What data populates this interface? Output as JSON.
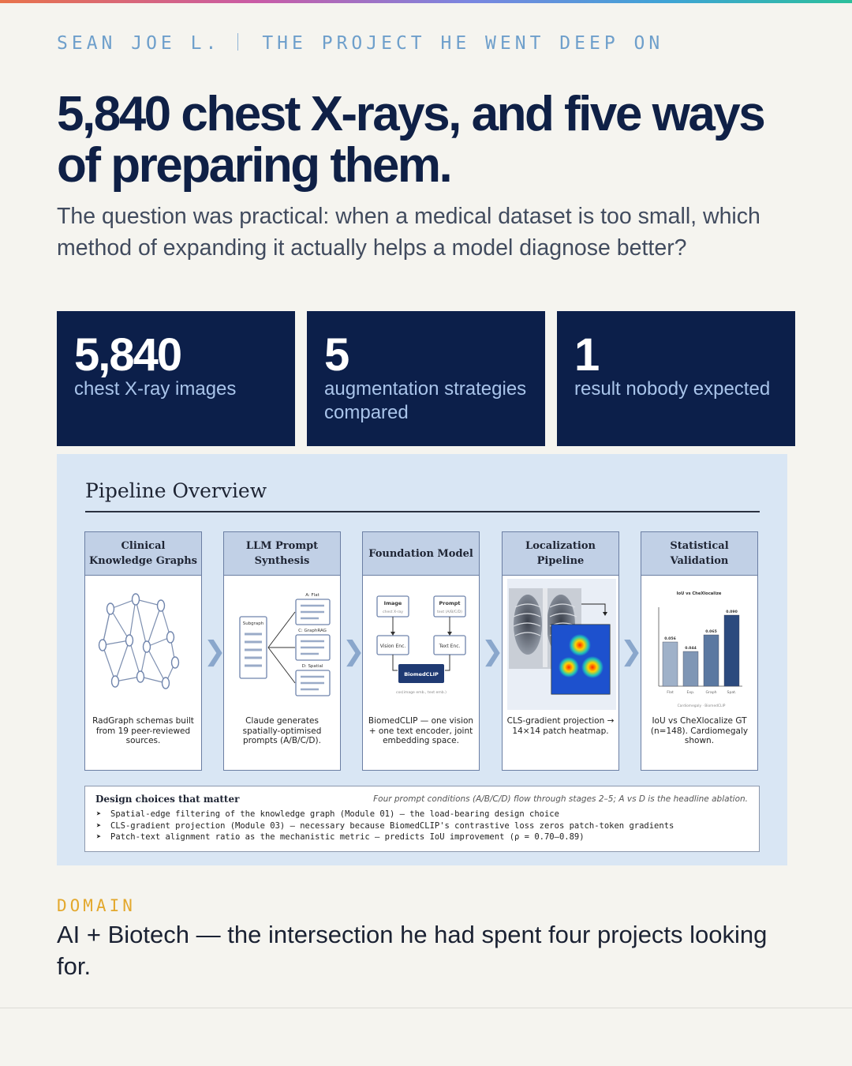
{
  "header": {
    "name": "SEAN JOE L.",
    "section": "THE PROJECT HE WENT DEEP ON"
  },
  "headline": "5,840 chest X-rays, and five ways of preparing them.",
  "subhead": "The question was practical: when a medical dataset is too small, which method of expanding it actually helps a model diagnose better?",
  "stats": [
    {
      "value": "5,840",
      "label": "chest X-ray images"
    },
    {
      "value": "5",
      "label": "augmentation strategies compared"
    },
    {
      "value": "1",
      "label": "result nobody expected"
    }
  ],
  "figure": {
    "title": "Pipeline Overview",
    "stages": [
      {
        "title": "Clinical Knowledge Graphs",
        "caption": "RadGraph schemas built from 19 peer-reviewed sources."
      },
      {
        "title": "LLM Prompt Synthesis",
        "caption": "Claude generates spatially-optimised prompts (A/B/C/D)."
      },
      {
        "title": "Foundation Model",
        "caption": "BiomedCLIP — one vision + one text encoder, joint embedding space."
      },
      {
        "title": "Localization Pipeline",
        "caption": "CLS-gradient projection → 14×14 patch heatmap."
      },
      {
        "title": "Statistical Validation",
        "caption": "IoU vs CheXlocalize GT (n=148). Cardiomegaly shown."
      }
    ],
    "prompt_art": {
      "subgraph": "Subgraph",
      "outputs": [
        "A: Flat",
        "C: GraphRAG",
        "D: Spatial"
      ]
    },
    "model_art": {
      "image": "Image",
      "image_sub": "chest X-ray",
      "prompt": "Prompt",
      "prompt_sub": "text (A/B/C/D)",
      "vision_enc": "Vision Enc.",
      "text_enc": "Text Enc.",
      "model": "BiomedCLIP",
      "model_sub": "cos(image emb., text emb.)"
    },
    "mini_chart": {
      "type": "bar",
      "title": "IoU vs CheXlocalize",
      "categories": [
        "Flat",
        "Exp.",
        "Graph",
        "Spat."
      ],
      "values": [
        0.056,
        0.044,
        0.065,
        0.09
      ],
      "value_labels": [
        "0.056",
        "0.044",
        "0.065",
        "0.090"
      ],
      "ylim": [
        0,
        0.1
      ],
      "legend": "Cardiomegaly · BiomedCLIP",
      "colors": [
        "#9fb1c9",
        "#7f96b5",
        "#5b78a1",
        "#2c4a7e"
      ]
    },
    "design": {
      "heading": "Design choices that matter",
      "note": "Four prompt conditions (A/B/C/D) flow through stages 2–5; A vs D is the headline ablation.",
      "bullet": "➤",
      "items": [
        "Spatial-edge filtering of the knowledge graph (Module 01) — the load-bearing design choice",
        "CLS-gradient projection (Module 03) — necessary because BiomedCLIP's contrastive loss zeros patch-token gradients",
        "Patch-text alignment ratio as the mechanistic metric — predicts IoU improvement (ρ = 0.70–0.89)"
      ]
    }
  },
  "domain": {
    "label": "DOMAIN",
    "text": "AI + Biotech  —  the intersection he had spent four projects looking for."
  },
  "colors": {
    "navy": "#0c1f4a",
    "accent": "#6e9fcb",
    "gold": "#e3a82d"
  }
}
